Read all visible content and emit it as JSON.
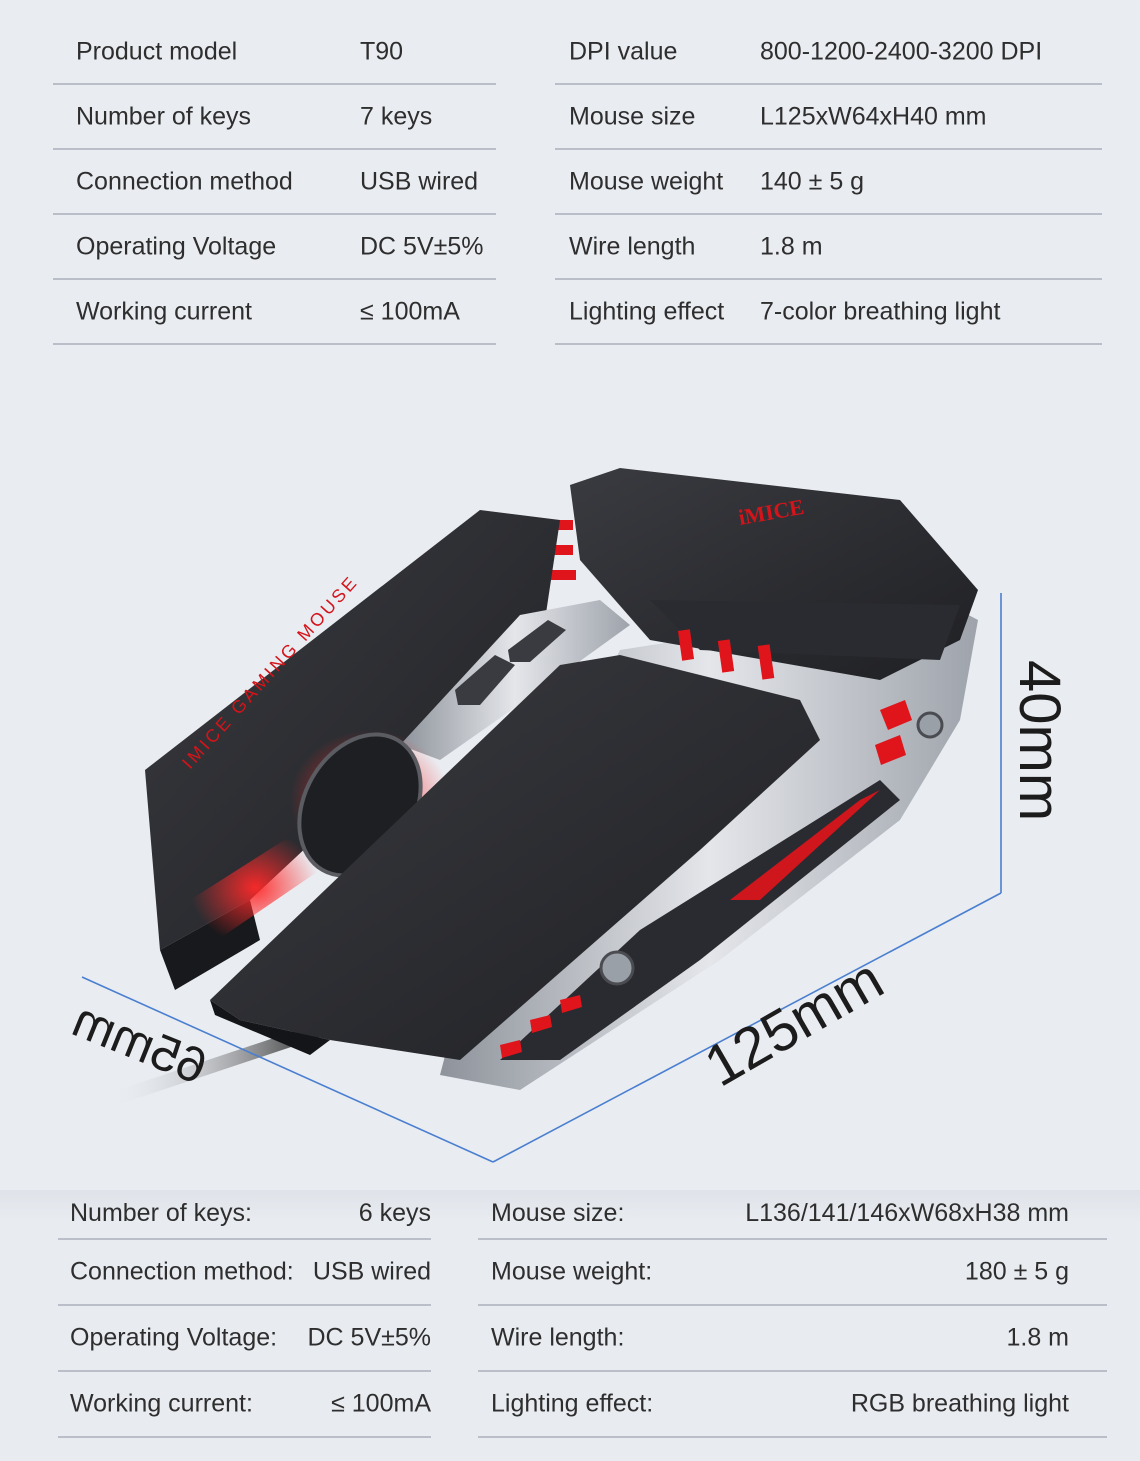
{
  "top_specs": {
    "left": [
      {
        "label": "Product model",
        "value": "T90"
      },
      {
        "label": "Number of keys",
        "value": "7 keys"
      },
      {
        "label": "Connection method",
        "value": "USB wired"
      },
      {
        "label": "Operating Voltage",
        "value": "DC 5V±5%"
      },
      {
        "label": "Working current",
        "value": "≤ 100mA"
      }
    ],
    "right": [
      {
        "label": "DPI value",
        "value": "800-1200-2400-3200 DPI"
      },
      {
        "label": "Mouse size",
        "value": "L125xW64xH40 mm"
      },
      {
        "label": "Mouse weight",
        "value": "140 ± 5 g"
      },
      {
        "label": "Wire length",
        "value": "1.8 m"
      },
      {
        "label": "Lighting effect",
        "value": "7-color breathing light"
      }
    ]
  },
  "dimensions": {
    "height": "40mm",
    "length": "125mm",
    "width": "65mm"
  },
  "mouse_print": {
    "side_text": "IMICE GAMING MOUSE",
    "logo": "iMICE"
  },
  "bottom_specs": {
    "left": [
      {
        "label": "Number of keys:",
        "value": "6 keys"
      },
      {
        "label": "Connection method:",
        "value": "USB wired"
      },
      {
        "label": "Operating Voltage:",
        "value": "DC 5V±5%"
      },
      {
        "label": "Working current:",
        "value": "≤ 100mA"
      }
    ],
    "right": [
      {
        "label": "Mouse size:",
        "value": "L136/141/146xW68xH38 mm"
      },
      {
        "label": "Mouse weight:",
        "value": "180 ± 5 g"
      },
      {
        "label": "Wire length:",
        "value": "1.8 m"
      },
      {
        "label": "Lighting effect:",
        "value": "RGB breathing light"
      }
    ]
  },
  "colors": {
    "background": "#e9ecf1",
    "dimension_line": "#4a7fd0",
    "mouse_body": "#2c2d31",
    "led_red": "#e0141b",
    "metal": "#b8bcc4"
  }
}
